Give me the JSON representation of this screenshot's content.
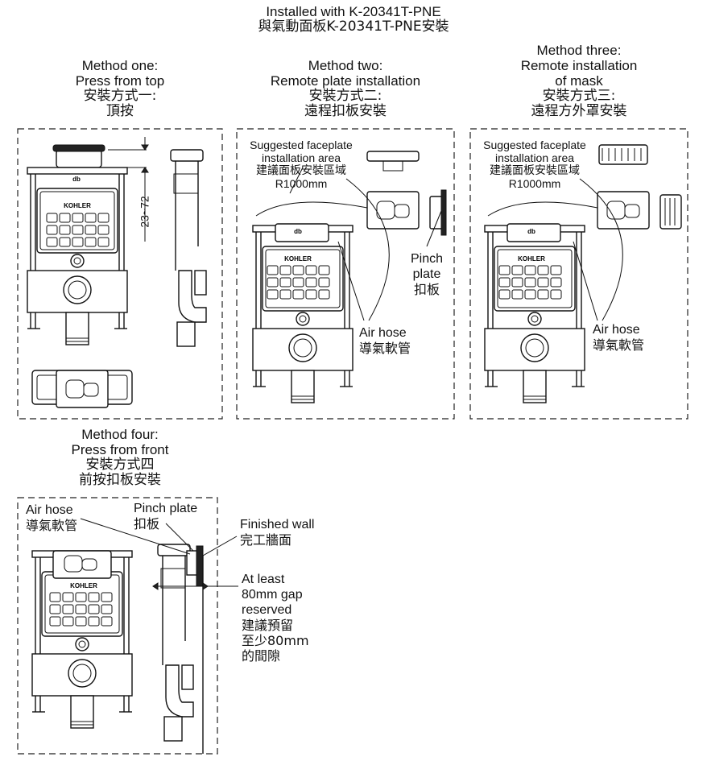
{
  "header": {
    "line1": "Installed with K-20341T-PNE",
    "line2": "與氣動面板K-20341T-PNE安裝"
  },
  "methods": [
    {
      "en1": "Method one:",
      "en2": "Press from top",
      "zh1": "安裝方式一:",
      "zh2": "頂按"
    },
    {
      "en1": "Method two:",
      "en2": "Remote plate installation",
      "zh1": "安裝方式二:",
      "zh2": "遠程扣板安裝"
    },
    {
      "en1": "Method three:",
      "en2": "Remote installation",
      "en3": "of mask",
      "zh1": "安裝方式三:",
      "zh2": "遠程方外罩安裝"
    },
    {
      "en1": "Method four:",
      "en2": "Press from front",
      "zh1": "安裝方式四",
      "zh2": "前按扣板安裝"
    }
  ],
  "labels": {
    "dimension": "23~72",
    "suggested_en1": "Suggested faceplate",
    "suggested_en2": "installation area",
    "suggested_zh": "建議面板安裝區域",
    "radius": "R1000mm",
    "pinch_en1": "Pinch",
    "pinch_en2": "plate",
    "pinch_zh": "扣板",
    "pinch_plate_en": "Pinch plate",
    "air_hose_en": "Air hose",
    "air_hose_zh": "導氣軟管",
    "finished_wall_en": "Finished wall",
    "finished_wall_zh": "完工牆面",
    "gap_en1": "At least",
    "gap_en2": "80mm gap",
    "gap_en3": "reserved",
    "gap_zh1": "建議預留",
    "gap_zh2": "至少80mm",
    "gap_zh3": "的間隙",
    "brand": "KOHLER",
    "logo": "db"
  },
  "colors": {
    "line": "#111111",
    "background": "#ffffff"
  }
}
